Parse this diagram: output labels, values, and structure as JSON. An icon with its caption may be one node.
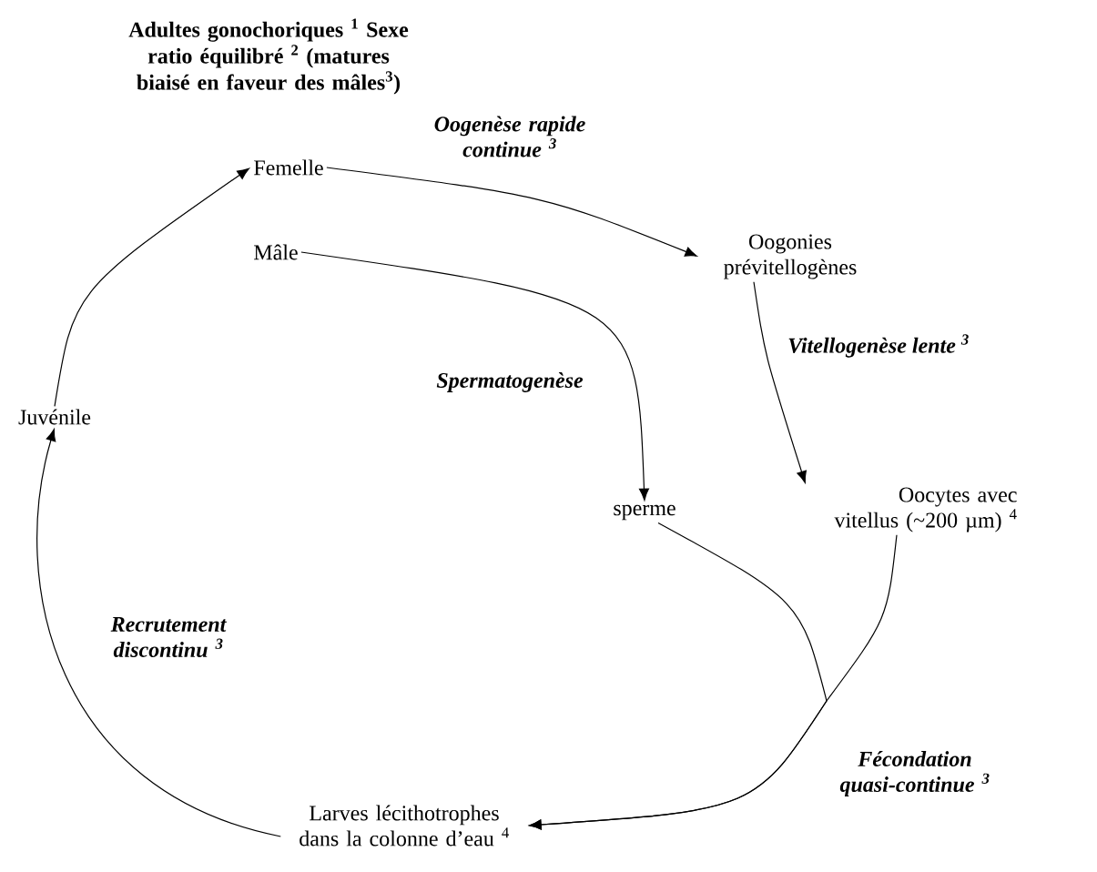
{
  "diagram": {
    "title": "Adultes gonochoriques $^{1}$ Sexe ratio équilibré $^{2}$ (matures biaisé en faveur des mâles$^{3}$)",
    "nodes": [
      {
        "text": [
          "Femelle"
        ]
      },
      {
        "text": [
          "Mâle"
        ]
      },
      {
        "text": [
          "Oogonies prévitellogènes"
        ]
      },
      {
        "text": [
          "Oocytes avec vitellus (~200 µm) $^{4}$"
        ]
      },
      {
        "text": [
          "sperme"
        ]
      },
      {
        "text": [
          "Larves lécithotrophes dans la colonne d’eau $^{4}$"
        ]
      },
      {
        "text": [
          "Juvénile"
        ]
      }
    ],
    "edges": [
      {
        "from": 0,
        "to": 2,
        "arrow": "to",
        "label": "Oogenèse rapide continue $^{3}$"
      },
      {
        "from": 1,
        "to": 4,
        "arrow": "to",
        "label": "Spermatogenèse"
      },
      {
        "from": 2,
        "to": 3,
        "arrow": "to",
        "label": "Vitellogenèse lente $^{3}$"
      },
      {
        "from": 3,
        "to": 5,
        "arrow": "to",
        "label": "Fécondation quasi-continue $^{3}$"
      },
      {
        "from": 4,
        "to": 5,
        "arrow": "to"
      },
      {
        "from": 5,
        "to": 6,
        "arrow": "to",
        "label": "Recrutement discontinu $^{3}$"
      },
      {
        "from": 6,
        "to": 0,
        "arrow": "to"
      }
    ]
  }
}
